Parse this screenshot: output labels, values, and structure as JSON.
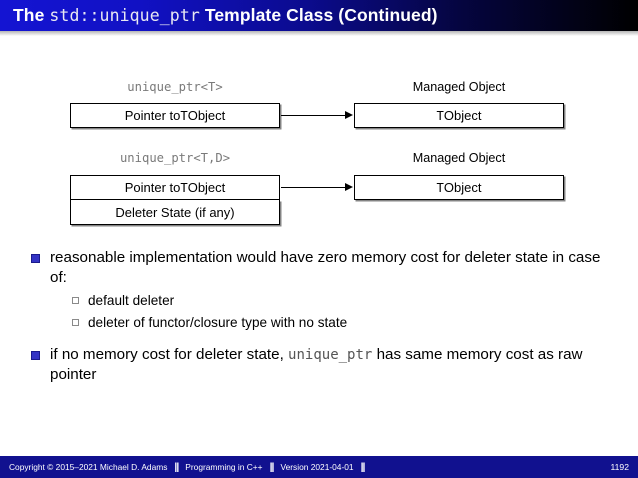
{
  "slide": {
    "title_prefix": "The ",
    "title_mono": "std::unique_ptr",
    "title_suffix": " Template Class (Continued)",
    "accent_blue": "#1414d2",
    "footer_blue": "#11118f",
    "bullet_blue": "#3333c4"
  },
  "diagrams": [
    {
      "left_label": "unique_ptr<T>",
      "right_label": "Managed Object",
      "left_rows": [
        {
          "prefix": "Pointer to ",
          "mono": "T",
          "suffix": " Object"
        }
      ],
      "right_rows": [
        {
          "prefix": "",
          "mono": "T",
          "suffix": " Object"
        }
      ]
    },
    {
      "left_label": "unique_ptr<T,D>",
      "right_label": "Managed Object",
      "left_rows": [
        {
          "prefix": "Pointer to ",
          "mono": "T",
          "suffix": " Object"
        },
        {
          "prefix": "Deleter State (if any)",
          "mono": "",
          "suffix": ""
        }
      ],
      "right_rows": [
        {
          "prefix": "",
          "mono": "T",
          "suffix": " Object"
        }
      ]
    }
  ],
  "bullets": [
    {
      "text_a": "reasonable implementation would have zero memory cost for deleter state in case of:",
      "mono": "",
      "text_b": "",
      "sub": [
        "default deleter",
        "deleter of functor/closure type with no state"
      ]
    },
    {
      "text_a": "if no memory cost for deleter state, ",
      "mono": "unique_ptr",
      "text_b": " has same memory cost as raw pointer",
      "sub": []
    }
  ],
  "footer": {
    "copyright": "Copyright © 2015–2021 Michael D. Adams",
    "course": "Programming in C++",
    "version": "Version 2021-04-01",
    "separator": "||",
    "page": "1192"
  }
}
